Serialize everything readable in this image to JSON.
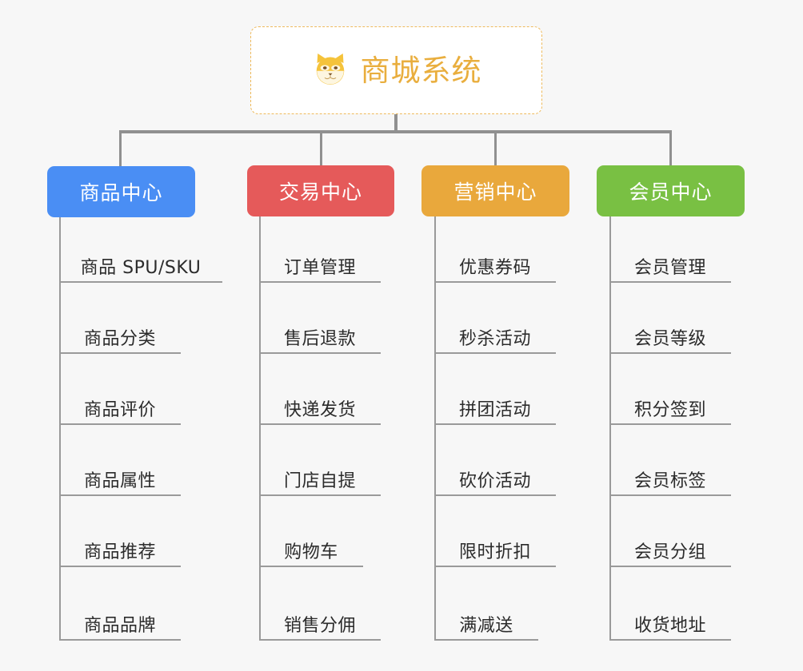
{
  "root": {
    "title": "商城系统",
    "icon": "shiba-dog-icon",
    "border_color": "#eeba5c",
    "text_color": "#e9ae3e",
    "background": "#ffffff"
  },
  "canvas": {
    "background": "#f7f7f7",
    "connector_color": "#909090",
    "leaf_line_color": "#9a9a9a",
    "leaf_text_color": "#2b2b2b"
  },
  "branches": [
    {
      "id": "product-center",
      "label": "商品中心",
      "color": "#4a8ef4",
      "items": [
        "商品 SPU/SKU",
        "商品分类",
        "商品评价",
        "商品属性",
        "商品推荐",
        "商品品牌"
      ]
    },
    {
      "id": "trade-center",
      "label": "交易中心",
      "color": "#e55a5a",
      "items": [
        "订单管理",
        "售后退款",
        "快递发货",
        "门店自提",
        "购物车",
        "销售分佣"
      ]
    },
    {
      "id": "marketing-center",
      "label": "营销中心",
      "color": "#e9a83c",
      "items": [
        "优惠券码",
        "秒杀活动",
        "拼团活动",
        "砍价活动",
        "限时折扣",
        "满减送"
      ]
    },
    {
      "id": "member-center",
      "label": "会员中心",
      "color": "#79c043",
      "items": [
        "会员管理",
        "会员等级",
        "积分签到",
        "会员标签",
        "会员分组",
        "收货地址"
      ]
    }
  ]
}
